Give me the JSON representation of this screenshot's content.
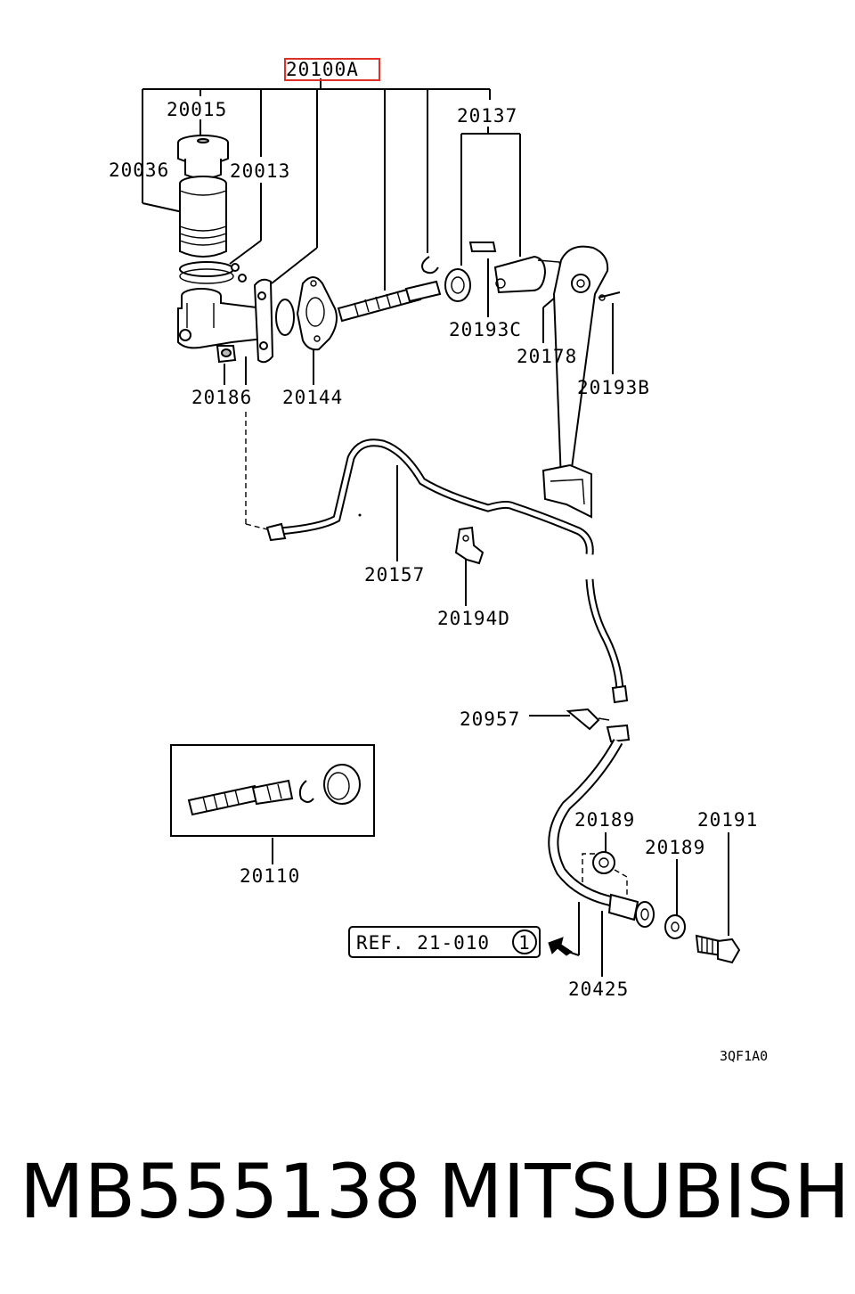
{
  "highlight_color": "#e0302a",
  "parts": {
    "main": "20100A",
    "p20015": "20015",
    "p20036": "20036",
    "p20013": "20013",
    "p20137": "20137",
    "p20193C": "20193C",
    "p20178": "20178",
    "p20193B": "20193B",
    "p20186": "20186",
    "p20144": "20144",
    "p20157": "20157",
    "p20194D": "20194D",
    "p20957": "20957",
    "p20189a": "20189",
    "p20189b": "20189",
    "p20191": "20191",
    "p20110": "20110",
    "p20425": "20425"
  },
  "reference": {
    "text": "REF. 21-010",
    "circle_number": "1"
  },
  "diagram_code": "3QF1A0",
  "footer": {
    "part_number": "MB555138",
    "brand": "MITSUBISHI"
  }
}
